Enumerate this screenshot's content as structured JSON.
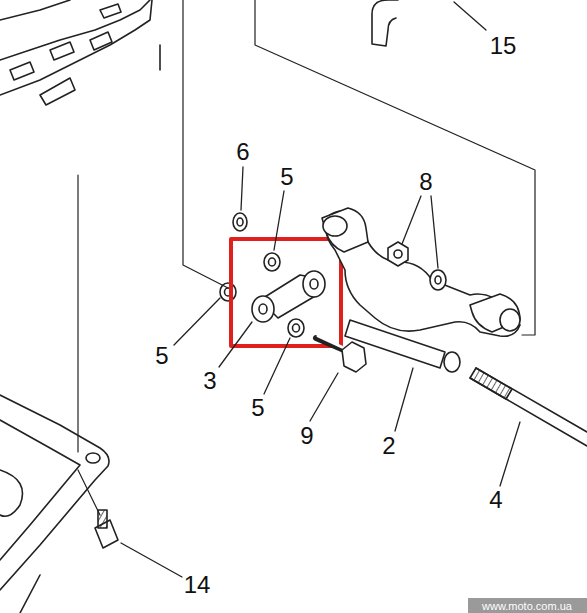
{
  "diagram": {
    "labels": [
      "15",
      "6",
      "5",
      "8",
      "5",
      "3",
      "5",
      "9",
      "2",
      "4",
      "14",
      "www.moto.com.ua"
    ]
  }
}
